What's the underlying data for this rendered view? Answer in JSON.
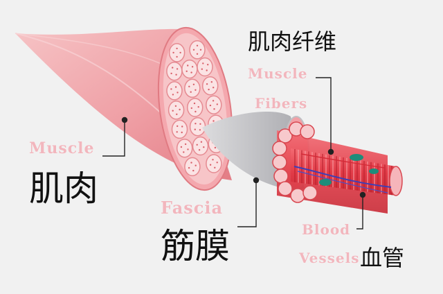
{
  "labels": {
    "muscle_en": "Muscle",
    "muscle_zh": "肌肉",
    "fascia_en": "Fascia",
    "fascia_zh": "筋膜",
    "fibers_zh": "肌肉纤维",
    "fibers_en_line1": "Muscle",
    "fibers_en_line2": "Fibers",
    "blood_en_line1": "Blood",
    "blood_en_line2": "Vessels",
    "blood_zh": "血管"
  },
  "colors": {
    "background": "#f1f1f1",
    "muscle_pink": "#f2a9ad",
    "muscle_dark": "#e06f78",
    "fiber_red": "#e8434e",
    "fascia_gray": "#c9c9cc",
    "vessel_blue": "#3b3fb8",
    "nucleus_teal": "#1e8c7a",
    "label_pink": "#f2b6bd",
    "label_black": "#111111"
  }
}
